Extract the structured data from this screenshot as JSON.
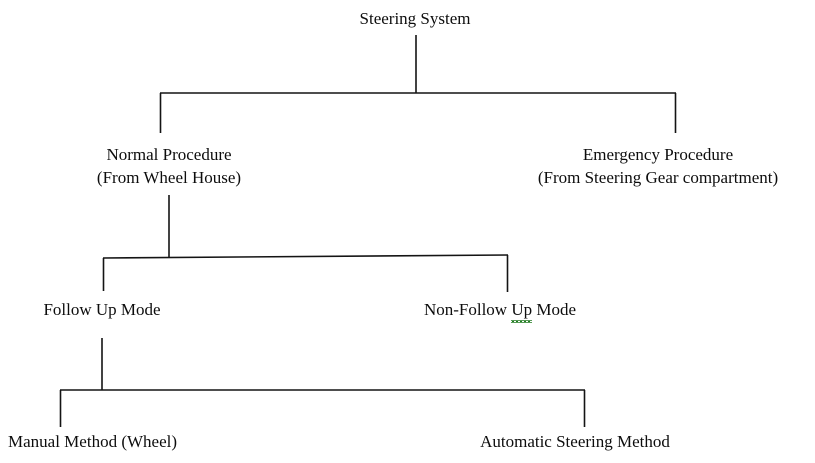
{
  "diagram": {
    "title": "Steering System",
    "type": "hierarchy-tree",
    "levels": 4,
    "line_color": "#141414",
    "text_color": "#0d0d0d",
    "background_color": "#ffffff"
  },
  "nodes": {
    "root": {
      "label": "Steering System"
    },
    "normal_procedure": {
      "label": "Normal Procedure",
      "sublabel": "(From Wheel House)"
    },
    "emergency_procedure": {
      "label": "Emergency Procedure",
      "sublabel": "(From Steering Gear compartment)"
    },
    "follow_up_mode": {
      "label": "Follow Up Mode"
    },
    "non_follow_up_mode": {
      "prefix": "Non-Follow ",
      "misspelled": "Up",
      "suffix": " Mode"
    },
    "manual_method": {
      "label": "Manual Method (Wheel)"
    },
    "automatic_steering_method": {
      "label": "Automatic Steering Method"
    }
  }
}
